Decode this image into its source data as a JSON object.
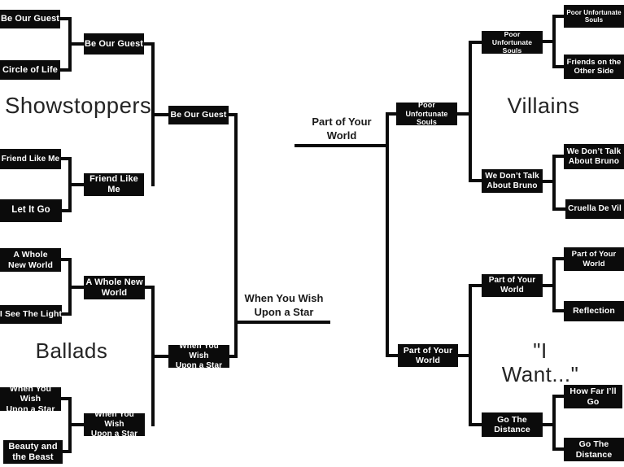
{
  "regions": {
    "showstoppers": {
      "label": "Showstoppers",
      "round1": [
        "Be Our Guest",
        "Circle of Life",
        "Friend Like Me",
        "Let It Go"
      ],
      "round2": [
        "Be Our Guest",
        "Friend Like\nMe"
      ],
      "winner": "Be Our Guest"
    },
    "ballads": {
      "label": "Ballads",
      "round1": [
        "A Whole\nNew World",
        "I See The Light",
        "When You Wish\nUpon a Star",
        "Beauty and\nthe Beast"
      ],
      "round2": [
        "A Whole New\nWorld",
        "When You Wish\nUpon a Star"
      ],
      "winner": "When You Wish\nUpon a Star"
    },
    "villains": {
      "label": "Villains",
      "round1": [
        "Poor Unfortunate\nSouls",
        "Friends on the\nOther Side",
        "We Don’t Talk\nAbout Bruno",
        "Cruella De Vil"
      ],
      "round2": [
        "Poor Unfortunate\nSouls",
        "We Don’t Talk\nAbout Bruno"
      ],
      "winner": "Poor Unfortunate\nSouls"
    },
    "i_want": {
      "label": "\"I Want...\"",
      "round1": [
        "Part of Your\nWorld",
        "Reflection",
        "How Far I’ll\nGo",
        "Go The\nDistance"
      ],
      "round2": [
        "Part of Your\nWorld",
        "Go The\nDistance"
      ],
      "winner": "Part of Your\nWorld"
    }
  },
  "final": {
    "left_finalist": "When You Wish\nUpon a Star",
    "right_finalist": "Part of Your\nWorld"
  },
  "colors": {
    "box_background": "#0b0b0b",
    "box_text": "#ffffff",
    "line": "#0b0b0b",
    "label_text": "#242424",
    "page_background": "#ffffff"
  }
}
